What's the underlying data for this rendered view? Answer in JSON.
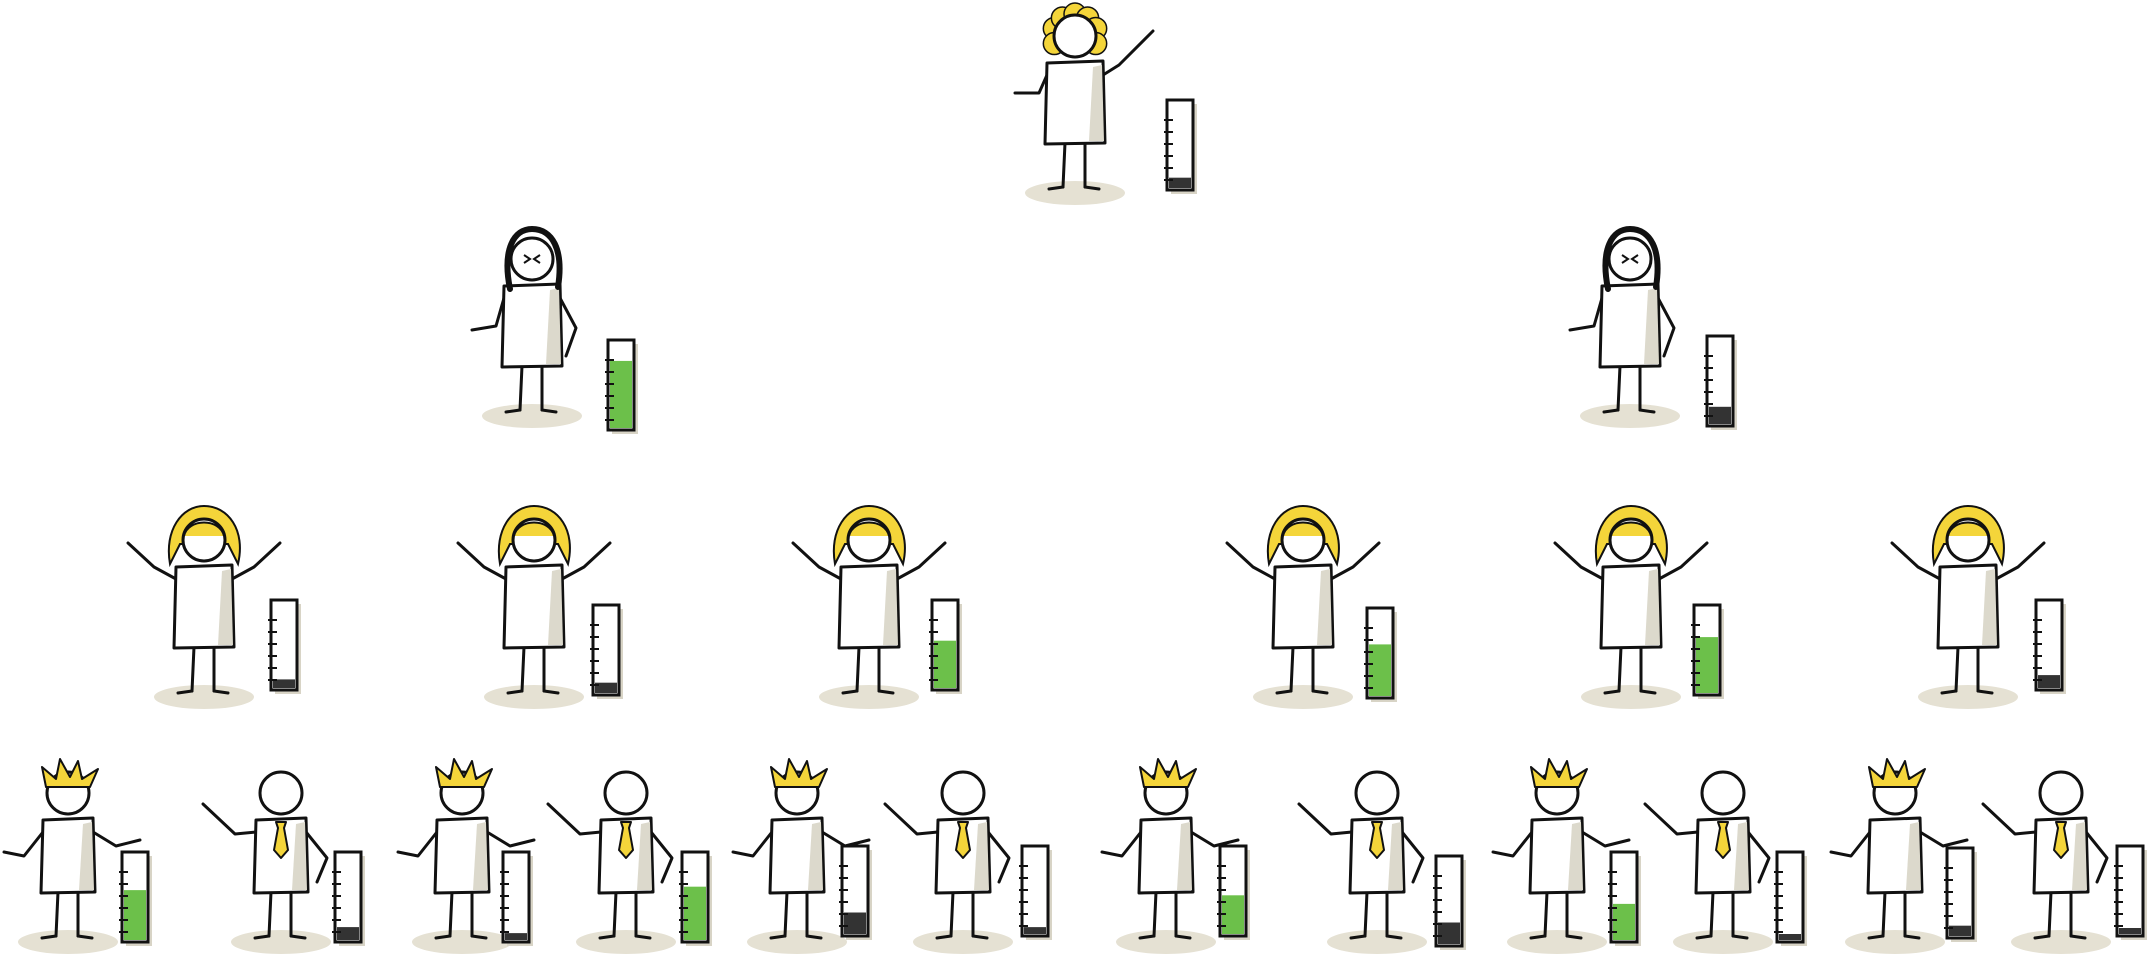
{
  "palette": {
    "ink": "#111111",
    "shadow": "#e5e1d3",
    "blond_hair": "#f4d53a",
    "dark_hair": "#111111",
    "tie": "#f4d53a",
    "gauge_high": "#6cc04a",
    "gauge_low": "#333333"
  },
  "levels": [
    {
      "level": 1,
      "people": [
        {
          "figure": "woman-curly-blond",
          "gauge": {
            "fill": 0.12,
            "color": "low"
          }
        }
      ]
    },
    {
      "level": 2,
      "people": [
        {
          "figure": "woman-dark-hair",
          "gauge": {
            "fill": 0.78,
            "color": "high"
          }
        },
        {
          "figure": "woman-dark-hair",
          "gauge": {
            "fill": 0.2,
            "color": "low"
          }
        }
      ]
    },
    {
      "level": 3,
      "people": [
        {
          "figure": "woman-blond-bob-arms-raised",
          "gauge": {
            "fill": 0.1,
            "color": "low"
          }
        },
        {
          "figure": "woman-blond-bob-arms-raised",
          "gauge": {
            "fill": 0.12,
            "color": "low"
          }
        },
        {
          "figure": "woman-blond-bob-arms-raised",
          "gauge": {
            "fill": 0.55,
            "color": "high"
          }
        },
        {
          "figure": "woman-blond-bob-arms-raised",
          "gauge": {
            "fill": 0.6,
            "color": "high"
          }
        },
        {
          "figure": "woman-blond-bob-arms-raised",
          "gauge": {
            "fill": 0.65,
            "color": "high"
          }
        },
        {
          "figure": "woman-blond-bob-arms-raised",
          "gauge": {
            "fill": 0.15,
            "color": "low"
          }
        }
      ]
    },
    {
      "level": 4,
      "people": [
        {
          "figure": "man-spiky-blond",
          "gauge": {
            "fill": 0.58,
            "color": "high"
          }
        },
        {
          "figure": "man-with-tie",
          "gauge": {
            "fill": 0.15,
            "color": "low"
          }
        },
        {
          "figure": "man-spiky-blond",
          "gauge": {
            "fill": 0.08,
            "color": "low"
          }
        },
        {
          "figure": "man-with-tie",
          "gauge": {
            "fill": 0.62,
            "color": "high"
          }
        },
        {
          "figure": "man-spiky-blond",
          "gauge": {
            "fill": 0.25,
            "color": "low"
          }
        },
        {
          "figure": "man-with-tie",
          "gauge": {
            "fill": 0.08,
            "color": "low"
          }
        },
        {
          "figure": "man-spiky-blond",
          "gauge": {
            "fill": 0.45,
            "color": "high"
          }
        },
        {
          "figure": "man-with-tie",
          "gauge": {
            "fill": 0.25,
            "color": "low"
          }
        },
        {
          "figure": "man-spiky-blond",
          "gauge": {
            "fill": 0.42,
            "color": "high"
          }
        },
        {
          "figure": "man-with-tie",
          "gauge": {
            "fill": 0.06,
            "color": "low"
          }
        },
        {
          "figure": "man-spiky-blond",
          "gauge": {
            "fill": 0.12,
            "color": "low"
          }
        },
        {
          "figure": "man-with-tie",
          "gauge": {
            "fill": 0.05,
            "color": "low"
          }
        }
      ]
    }
  ]
}
